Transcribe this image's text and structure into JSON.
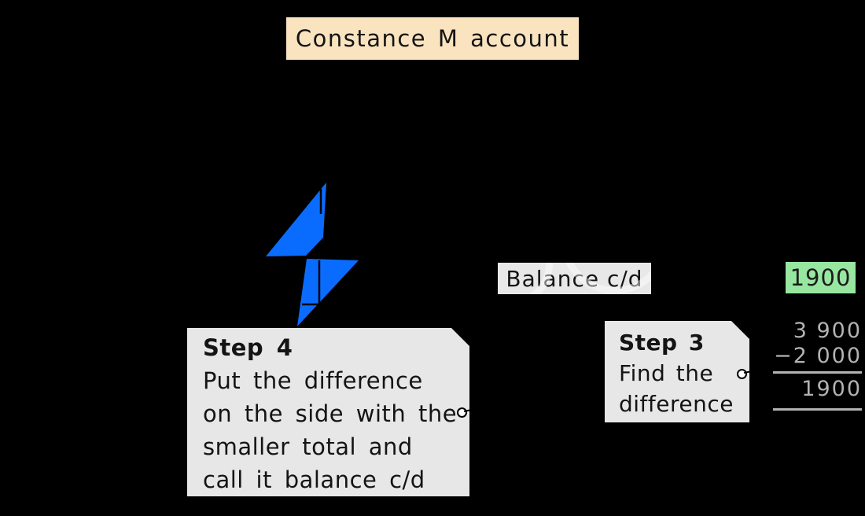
{
  "title": "Constance M account",
  "account": {
    "balance_label": "Balance c/d",
    "balance_amount": "1900"
  },
  "calculation": {
    "minuend": "3 900",
    "subtrahend": "−2 000",
    "result": "1900"
  },
  "steps": {
    "step4": {
      "heading": "Step 4",
      "lines": [
        "Put the difference",
        "on the side with the",
        "smaller total and",
        "call it balance c/d"
      ]
    },
    "step3": {
      "heading": "Step 3",
      "lines": [
        "Find the",
        "difference"
      ]
    }
  },
  "icons": {
    "bolt": "lightning-bolt",
    "pin": "leader-pin"
  },
  "colors": {
    "background": "#000000",
    "title_bg": "#FAE4C0",
    "note_bg": "#E7E7E7",
    "label_bg": "#E8E8E8",
    "amount_bg": "#98E7A1",
    "bolt_blue": "#0A6CFF",
    "calc_gray": "#B3B3B3",
    "text": "#141414"
  }
}
